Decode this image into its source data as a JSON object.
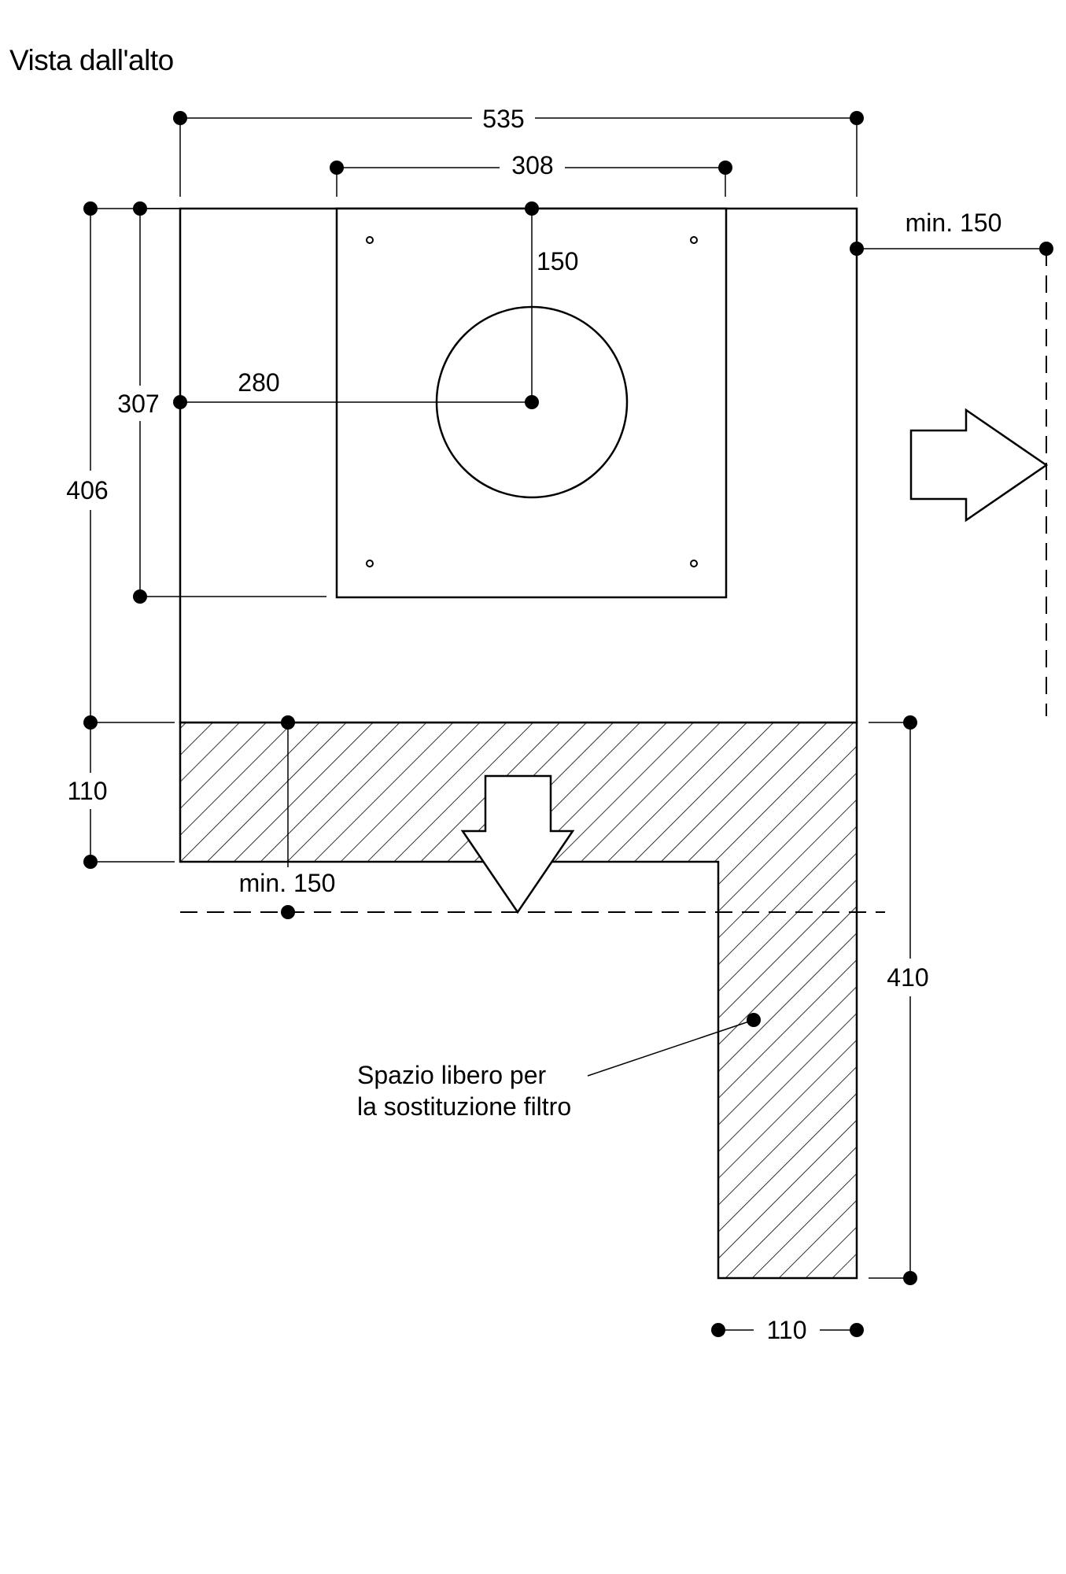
{
  "title": "Vista dall'alto",
  "dimensions": {
    "overall_width": "535",
    "plate_width": "308",
    "circle_to_back": "150",
    "circle_from_left": "280",
    "plate_depth": "307",
    "unit_depth": "406",
    "front_clearance_depth": "110",
    "front_min_clearance": "min. 150",
    "side_min_clearance": "min. 150",
    "side_clearance_depth": "410",
    "side_clearance_width": "110"
  },
  "note": {
    "line1": "Spazio libero per",
    "line2": "la sostituzione filtro"
  }
}
